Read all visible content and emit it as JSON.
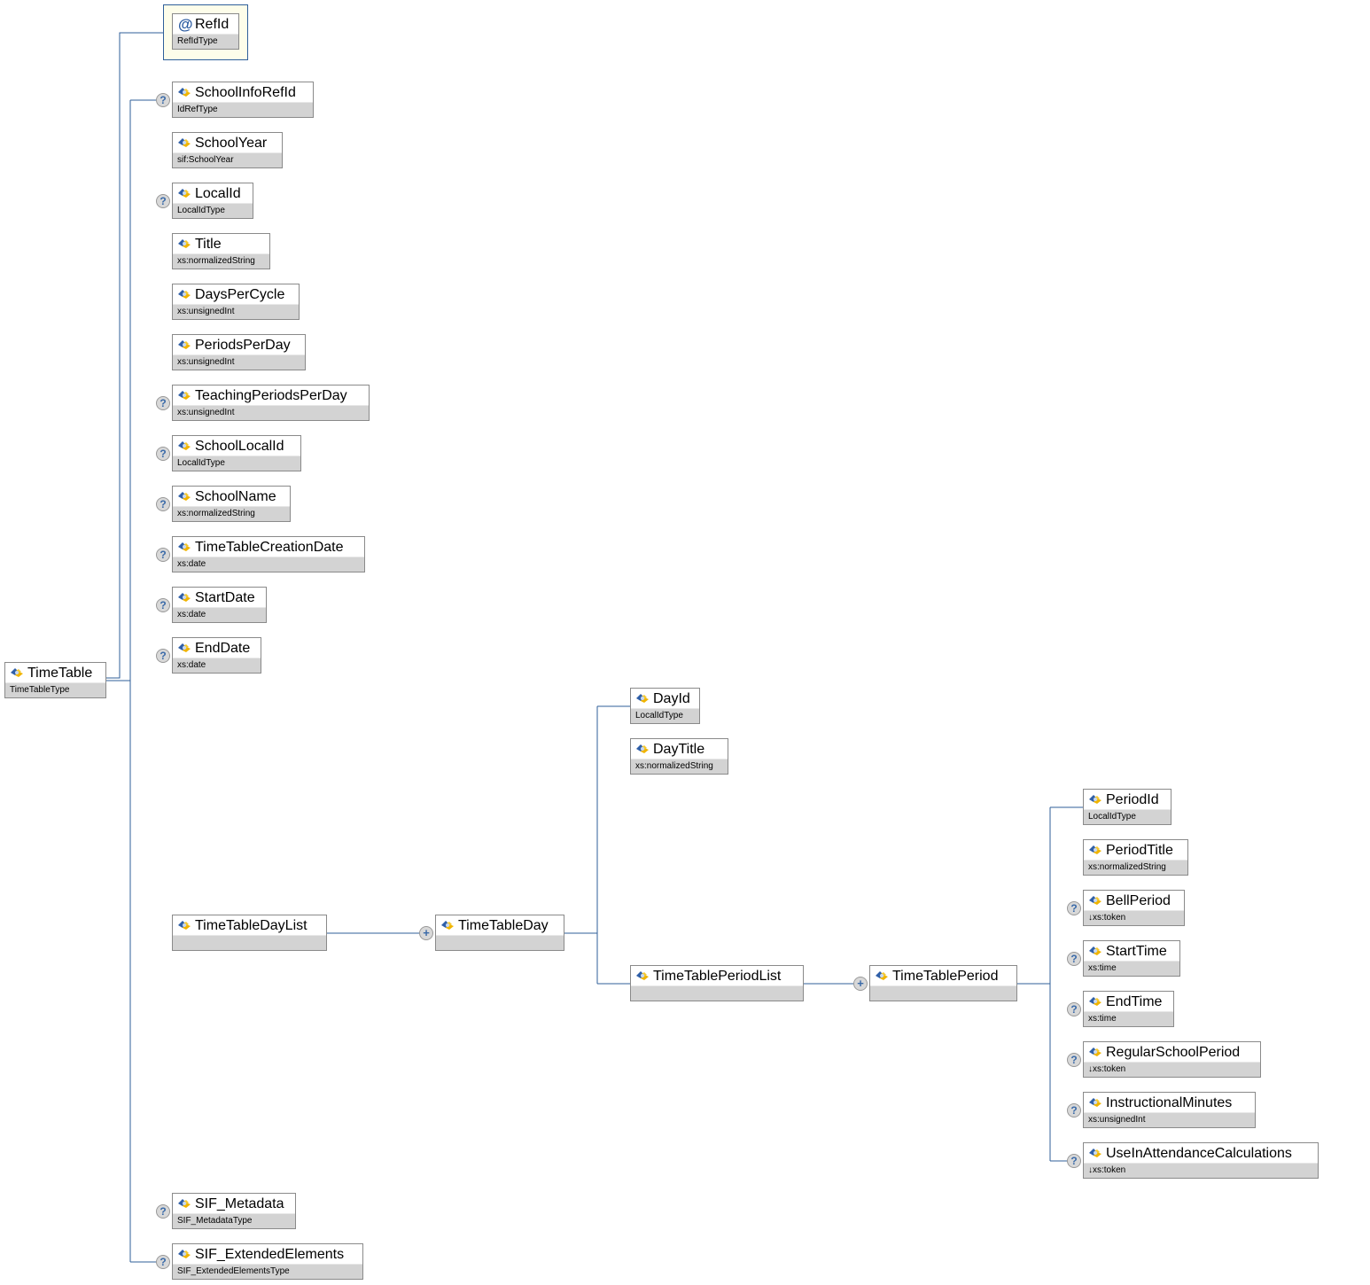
{
  "nodes": {
    "refid": {
      "name": "RefId",
      "type": "RefIdType",
      "icon": "attribute-icon"
    },
    "schoolinforefid": {
      "name": "SchoolInfoRefId",
      "type": "IdRefType",
      "optional": true
    },
    "schoolyear": {
      "name": "SchoolYear",
      "type": "sif:SchoolYear"
    },
    "localid": {
      "name": "LocalId",
      "type": "LocalIdType",
      "optional": true
    },
    "title": {
      "name": "Title",
      "type": "xs:normalizedString"
    },
    "dayspercycle": {
      "name": "DaysPerCycle",
      "type": "xs:unsignedInt"
    },
    "periodsperday": {
      "name": "PeriodsPerDay",
      "type": "xs:unsignedInt"
    },
    "teachingperiodsperday": {
      "name": "TeachingPeriodsPerDay",
      "type": "xs:unsignedInt",
      "optional": true
    },
    "schoollocalid": {
      "name": "SchoolLocalId",
      "type": "LocalIdType",
      "optional": true
    },
    "schoolname": {
      "name": "SchoolName",
      "type": "xs:normalizedString",
      "optional": true
    },
    "timetablecreationdate": {
      "name": "TimeTableCreationDate",
      "type": "xs:date",
      "optional": true
    },
    "startdate": {
      "name": "StartDate",
      "type": "xs:date",
      "optional": true
    },
    "enddate": {
      "name": "EndDate",
      "type": "xs:date",
      "optional": true
    },
    "timetable": {
      "name": "TimeTable",
      "type": "TimeTableType"
    },
    "timetabledaylist": {
      "name": "TimeTableDayList",
      "type": ""
    },
    "timetableday": {
      "name": "TimeTableDay",
      "type": "",
      "expand": true
    },
    "dayid": {
      "name": "DayId",
      "type": "LocalIdType"
    },
    "daytitle": {
      "name": "DayTitle",
      "type": "xs:normalizedString"
    },
    "timetableperiodlist": {
      "name": "TimeTablePeriodList",
      "type": ""
    },
    "timetableperiod": {
      "name": "TimeTablePeriod",
      "type": "",
      "expand": true
    },
    "periodid": {
      "name": "PeriodId",
      "type": "LocalIdType"
    },
    "periodtitle": {
      "name": "PeriodTitle",
      "type": "xs:normalizedString"
    },
    "bellperiod": {
      "name": "BellPeriod",
      "type": "↓xs:token",
      "optional": true
    },
    "starttime": {
      "name": "StartTime",
      "type": "xs:time",
      "optional": true
    },
    "endtime": {
      "name": "EndTime",
      "type": "xs:time",
      "optional": true
    },
    "regularschoolperiod": {
      "name": "RegularSchoolPeriod",
      "type": "↓xs:token",
      "optional": true
    },
    "instructionalminutes": {
      "name": "InstructionalMinutes",
      "type": "xs:unsignedInt",
      "optional": true
    },
    "useinattendancecalculations": {
      "name": "UseInAttendanceCalculations",
      "type": "↓xs:token",
      "optional": true
    },
    "sif_metadata": {
      "name": "SIF_Metadata",
      "type": "SIF_MetadataType",
      "optional": true
    },
    "sif_extendedelements": {
      "name": "SIF_ExtendedElements",
      "type": "SIF_ExtendedElementsType",
      "optional": true
    }
  },
  "symbols": {
    "optional": "?",
    "expand": "+",
    "attribute": "@"
  },
  "colors": {
    "line": "#2f5f9a",
    "type_bg": "#d3d3d3",
    "attr_bg": "#fdfdea"
  }
}
